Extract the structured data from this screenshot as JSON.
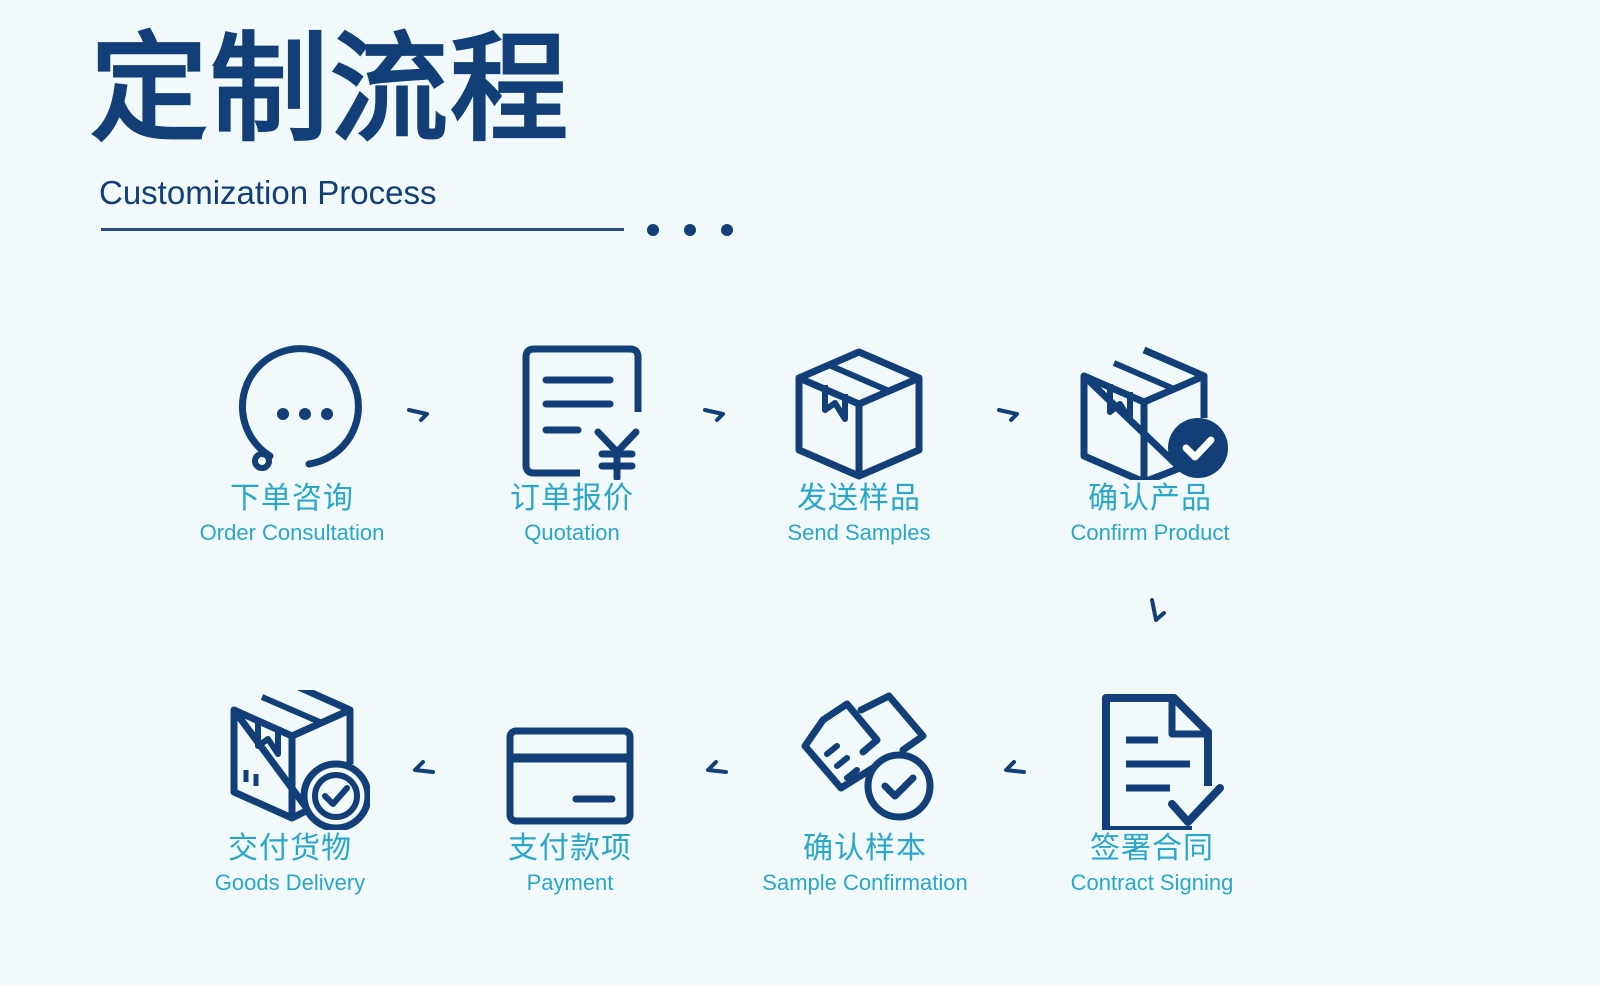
{
  "header": {
    "title_zh": "定制流程",
    "title_en": "Customization Process"
  },
  "colors": {
    "navy": "#123f78",
    "label": "#2aa6c9",
    "background": "#f1f9fb"
  },
  "steps": [
    {
      "zh": "下单咨询",
      "en": "Order Consultation",
      "icon": "chat-bubble-icon"
    },
    {
      "zh": "订单报价",
      "en": "Quotation",
      "icon": "quote-document-icon"
    },
    {
      "zh": "发送样品",
      "en": "Send Samples",
      "icon": "package-box-icon"
    },
    {
      "zh": "确认产品",
      "en": "Confirm Product",
      "icon": "box-check-icon"
    },
    {
      "zh": "签署合同",
      "en": "Contract Signing",
      "icon": "contract-document-icon"
    },
    {
      "zh": "确认样本",
      "en": "Sample Confirmation",
      "icon": "handshake-check-icon"
    },
    {
      "zh": "支付款项",
      "en": "Payment",
      "icon": "credit-card-icon"
    },
    {
      "zh": "交付货物",
      "en": "Goods Delivery",
      "icon": "delivery-box-icon"
    }
  ]
}
